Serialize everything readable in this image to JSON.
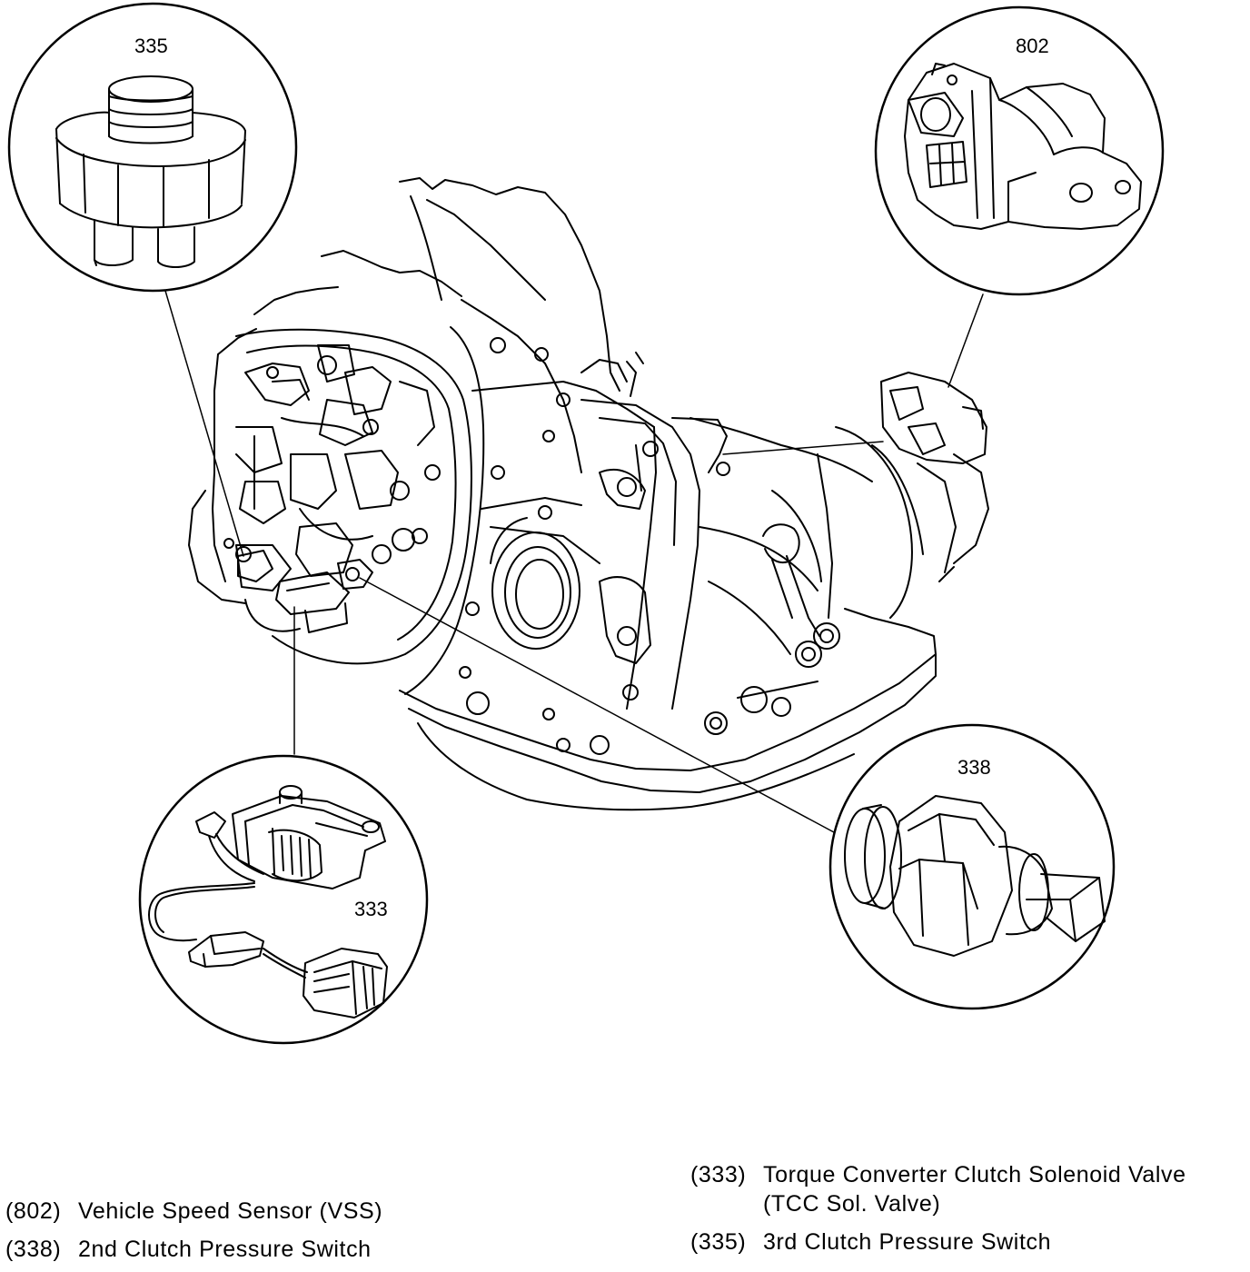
{
  "callouts": {
    "c335": "335",
    "c802": "802",
    "c333": "333",
    "c338": "338"
  },
  "legend": [
    {
      "code": "(802)",
      "label": "Vehicle Speed Sensor (VSS)"
    },
    {
      "code": "(338)",
      "label": "2nd Clutch Pressure Switch"
    },
    {
      "code": "(333)",
      "label": "Torque Converter Clutch Solenoid Valve",
      "label2": "(TCC Sol. Valve)"
    },
    {
      "code": "(335)",
      "label": "3rd Clutch Pressure Switch"
    }
  ],
  "colors": {
    "line": "#000000",
    "background": "#ffffff"
  }
}
